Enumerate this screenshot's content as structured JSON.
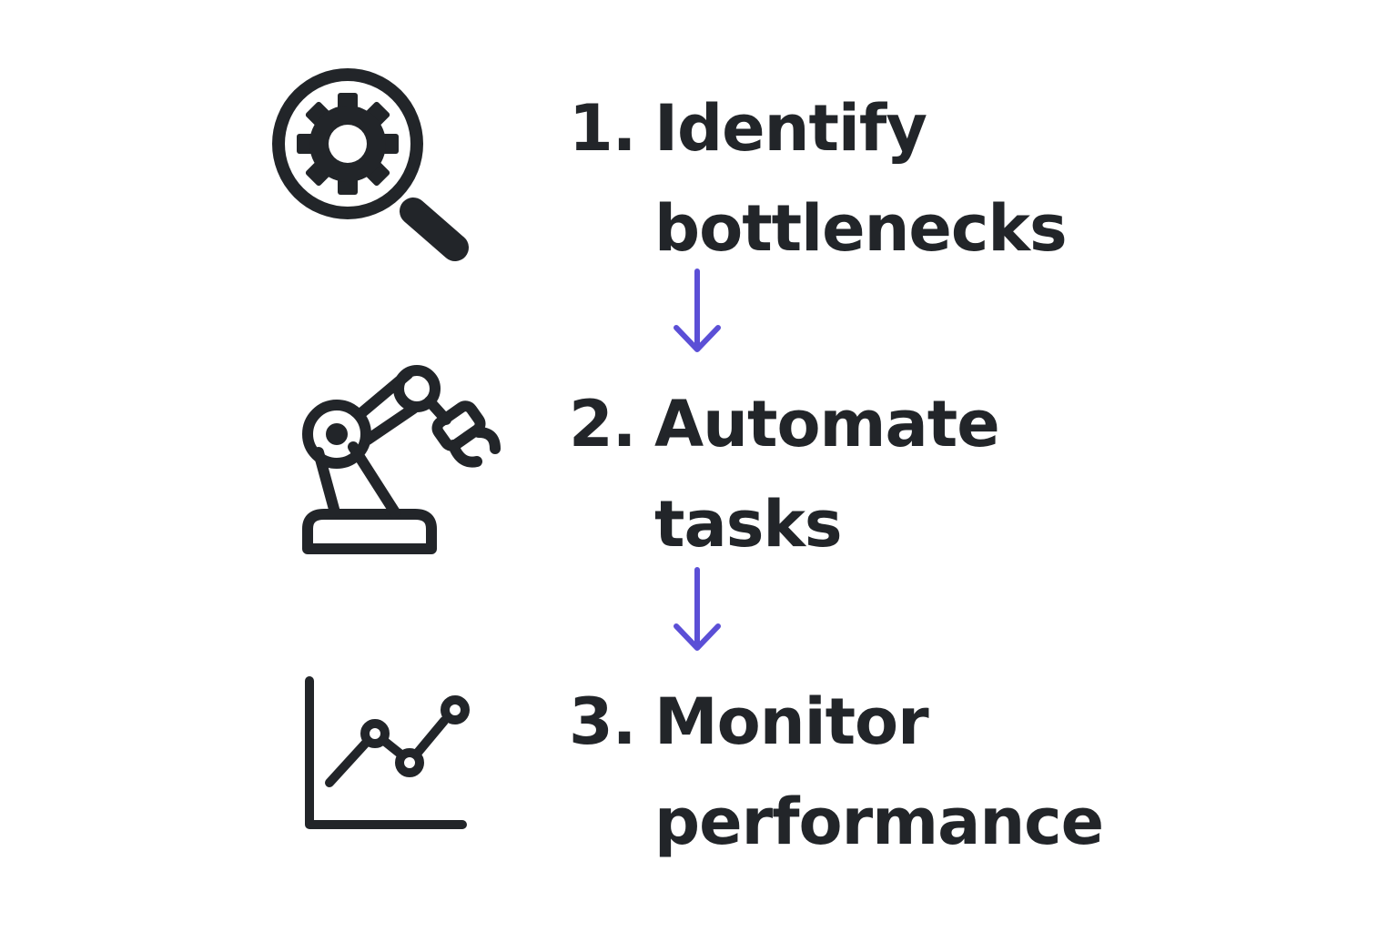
{
  "colors": {
    "ink": "#222529",
    "arrow": "#5b4fd6",
    "background": "#ffffff"
  },
  "steps": [
    {
      "number": "1.",
      "line1": "Identify",
      "line2": "bottlenecks",
      "icon": "magnifier-gear-icon"
    },
    {
      "number": "2.",
      "line1": "Automate",
      "line2": "tasks",
      "icon": "robot-arm-icon"
    },
    {
      "number": "3.",
      "line1": "Monitor",
      "line2": "performance",
      "icon": "line-chart-icon"
    }
  ],
  "connectors": [
    {
      "from": 1,
      "to": 2,
      "icon": "arrow-down-icon"
    },
    {
      "from": 2,
      "to": 3,
      "icon": "arrow-down-icon"
    }
  ]
}
